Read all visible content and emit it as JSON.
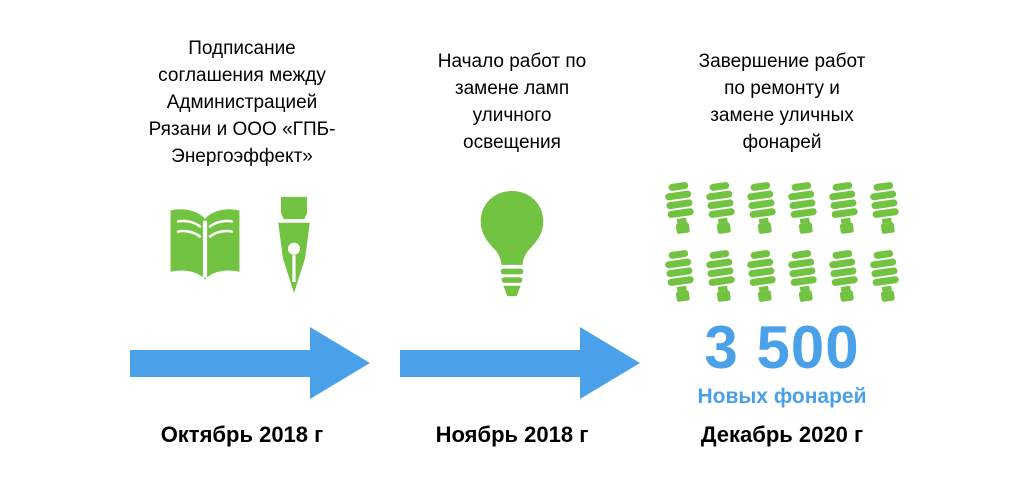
{
  "colors": {
    "green": "#72c341",
    "blue": "#4ba1e9"
  },
  "stages": [
    {
      "description": "Подписание\nсоглашения между\nАдминистрацией\nРязани и ООО «ГПБ-\nЭнергоэффект»",
      "date": "Октябрь 2018 г",
      "icons": [
        "open-book-icon",
        "pen-nib-icon"
      ],
      "has_arrow": true
    },
    {
      "description": "Начало работ по\nзамене ламп\nуличного\nосвещения",
      "date": "Ноябрь 2018 г",
      "icons": [
        "lightbulb-icon"
      ],
      "has_arrow": true
    },
    {
      "description": "Завершение работ\nпо ремонту и\nзамене уличных\nфонарей",
      "date": "Декабрь 2020 г",
      "icons": [
        "cfl-bulb-icon"
      ],
      "bulb_count": 12,
      "stat_value": "3 500",
      "stat_label": "Новых фонарей",
      "has_arrow": false
    }
  ]
}
